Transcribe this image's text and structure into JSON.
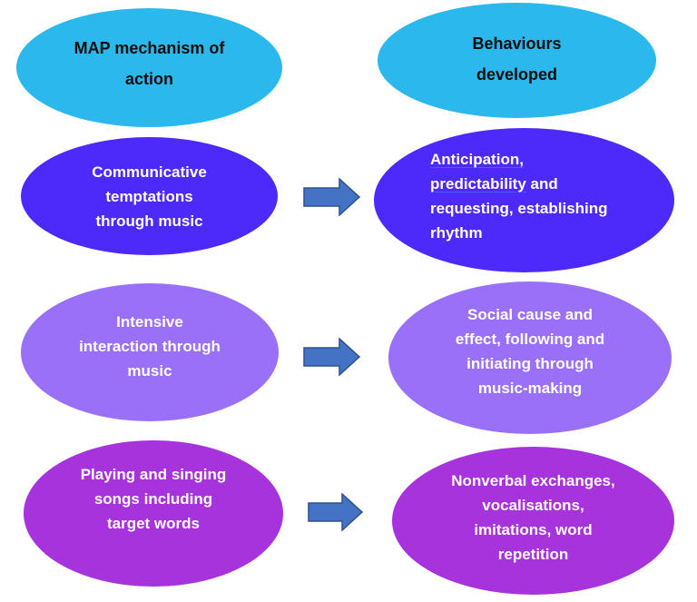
{
  "headers": {
    "left": "MAP mechanism of\naction",
    "right": "Behaviours\ndeveloped"
  },
  "rows": [
    {
      "mechanism": "Communicative\ntemptations\nthrough music",
      "behaviour_lines": [
        "Anticipation,",
        "predictability",
        " and",
        "requesting, establishing",
        "rhythm"
      ],
      "color": "#4d2afa"
    },
    {
      "mechanism": "Intensive\ninteraction through\nmusic",
      "behaviour": "Social cause and\neffect, following and\ninitiating through\nmusic-making",
      "color": "#9b70f8"
    },
    {
      "mechanism": "Playing and singing\nsongs including\ntarget words",
      "behaviour": "Nonverbal exchanges,\nvocalisations,\nimitations, word\nrepetition",
      "color": "#a633dc"
    }
  ],
  "colors": {
    "header": "#2bb8ec",
    "arrow_fill": "#4472c4",
    "arrow_stroke": "#2f528f"
  }
}
